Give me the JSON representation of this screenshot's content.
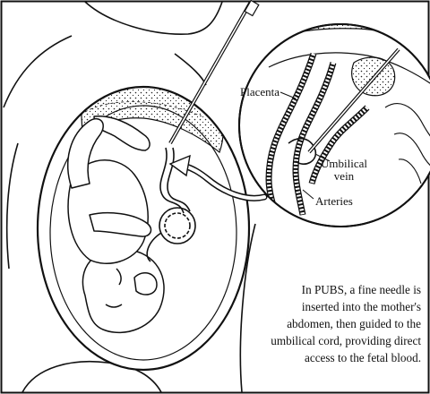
{
  "labels": {
    "placenta": "Placenta",
    "umbilical_vein_line1": "Umbilical",
    "umbilical_vein_line2": "vein",
    "arteries": "Arteries"
  },
  "caption": {
    "lines": [
      "In PUBS, a fine needle is",
      "inserted into the mother's",
      "abdomen, then guided to the",
      "umbilical cord, providing direct",
      "access to the fetal blood."
    ]
  }
}
